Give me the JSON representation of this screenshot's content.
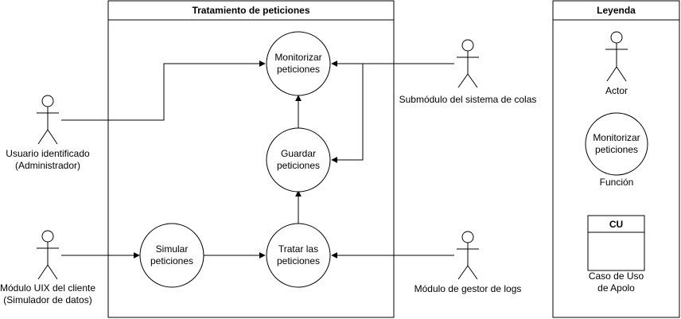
{
  "system_boundary": {
    "title": "Tratamiento de peticiones"
  },
  "legend": {
    "title": "Leyenda",
    "actor_label": "Actor",
    "function_circle_lines": [
      "Monitorizar",
      "peticiones"
    ],
    "function_label": "Función",
    "cu_box_title": "CU",
    "cu_label_lines": [
      "Caso de Uso",
      "de Apolo"
    ]
  },
  "actors": {
    "admin": {
      "lines": [
        "Usuario identificado",
        "(Administrador)"
      ]
    },
    "uix": {
      "lines": [
        "Módulo UIX del cliente",
        "(Simulador de datos)"
      ]
    },
    "queue": {
      "lines": [
        "Submódulo del sistema de colas"
      ]
    },
    "logs": {
      "lines": [
        "Módulo de gestor de logs"
      ]
    }
  },
  "use_cases": {
    "monitor": {
      "lines": [
        "Monitorizar",
        "peticiones"
      ]
    },
    "store": {
      "lines": [
        "Guardar",
        "peticiones"
      ]
    },
    "simulate": {
      "lines": [
        "Simular",
        "peticiones"
      ]
    },
    "process": {
      "lines": [
        "Tratar las",
        "peticiones"
      ]
    }
  }
}
